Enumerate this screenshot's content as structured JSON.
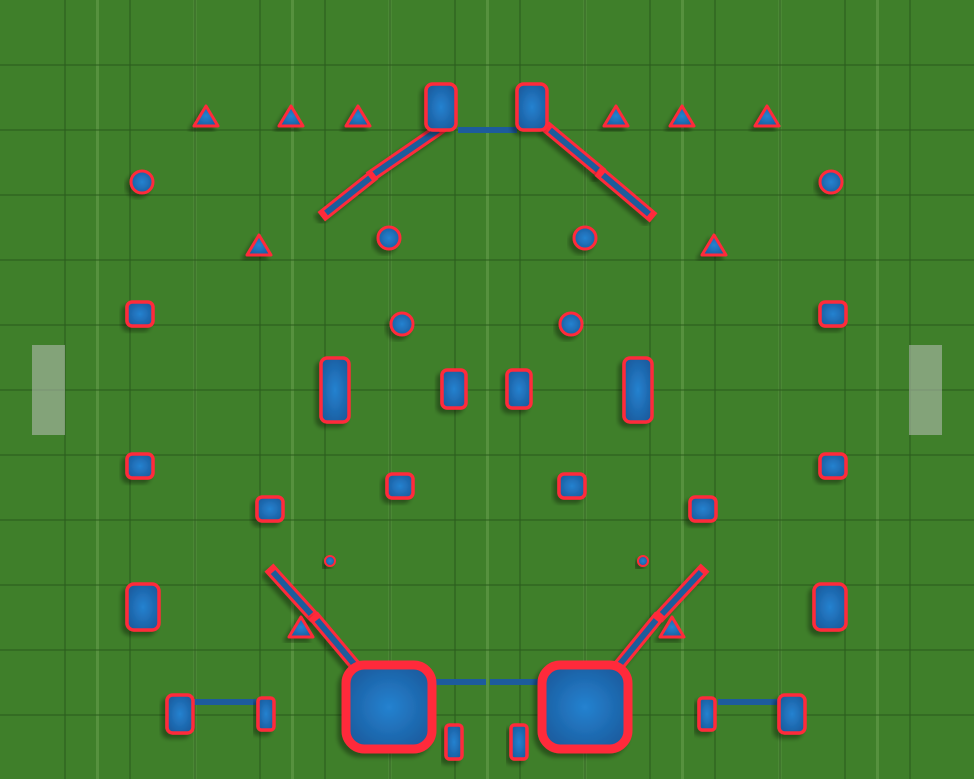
{
  "field": {
    "grass_color": "#3f7f2a",
    "grid_line_color": "#2a5a1c",
    "stripe_color": "#6aa050",
    "bunker_fill": "#1f6fc0",
    "bunker_border": "#ff2a3a",
    "zone_color": "#c8c8c8"
  },
  "legend": {
    "bunker_types": [
      "triangle",
      "round",
      "small-square",
      "tall-rect",
      "big-square",
      "wall",
      "start-zone"
    ]
  }
}
